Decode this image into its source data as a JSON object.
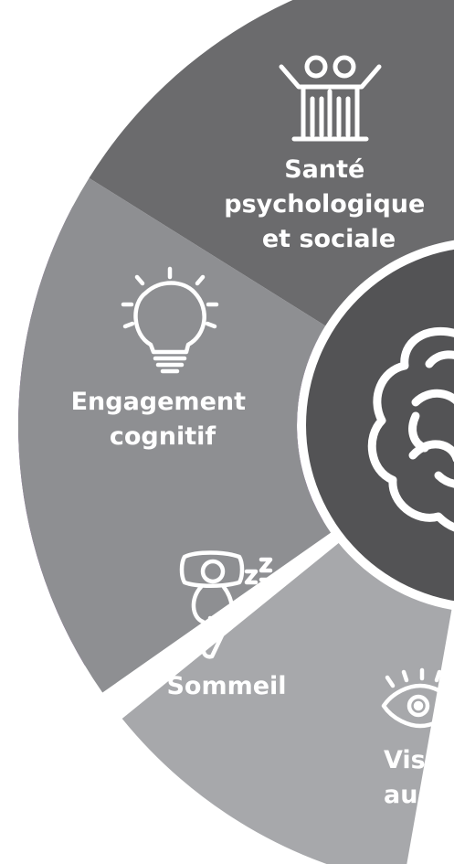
{
  "colors": {
    "background": "#ffffff",
    "segment_dark_gray": "#6b6b6d",
    "segment_purple": "#7b4199",
    "segment_mid_gray": "#8e8f92",
    "segment_light_gray": "#a7a8ab",
    "center_circle": "#535355",
    "icon_stroke": "#ffffff"
  },
  "segments": [
    {
      "id": "sante",
      "label_lines": [
        "Santé",
        "psychologique",
        "et sociale"
      ],
      "icon": "people-icon",
      "color": "#6b6b6d"
    },
    {
      "id": "engagement",
      "label_lines": [
        "Engagement",
        "cognitif"
      ],
      "icon": "lightbulb-icon",
      "color": "#7b4199"
    },
    {
      "id": "sommeil",
      "label_lines": [
        "Sommeil"
      ],
      "icon": "sleep-icon",
      "color": "#8e8f92"
    },
    {
      "id": "vision",
      "label_lines": [
        "Visio",
        "audit"
      ],
      "icon": "eye-icon",
      "color": "#a7a8ab"
    }
  ],
  "center": {
    "icon": "brain-icon"
  }
}
